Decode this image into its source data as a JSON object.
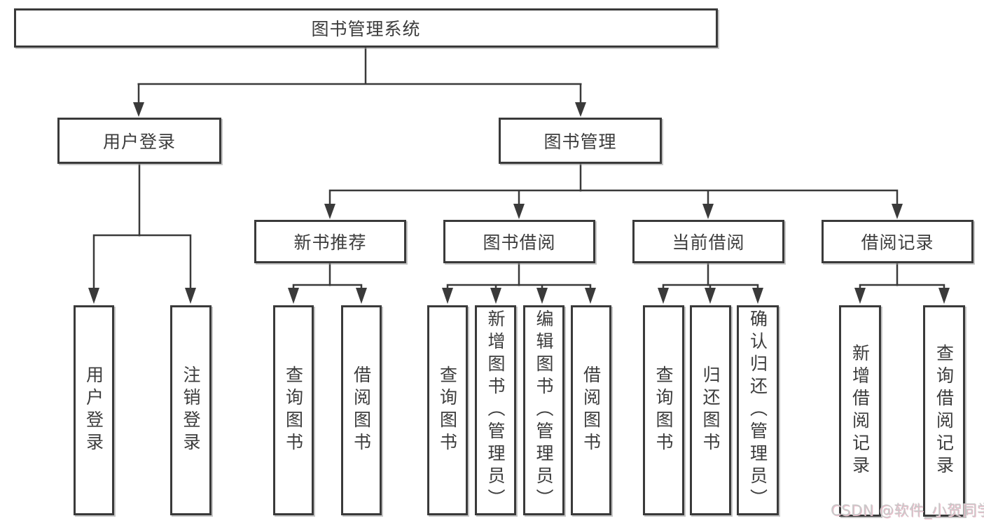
{
  "diagram": {
    "root": "图书管理系统",
    "level2": {
      "user_login": "用户登录",
      "book_mgmt": "图书管理"
    },
    "level3": {
      "new_books": "新书推荐",
      "book_borrow": "图书借阅",
      "current_borrow": "当前借阅",
      "borrow_records": "借阅记录"
    },
    "leaves": {
      "user_login": "用户登录",
      "logout": "注销登录",
      "nb_query": "查询图书",
      "nb_borrow": "借阅图书",
      "bb_query": "查询图书",
      "bb_add": "新增图书（管理员）",
      "bb_edit": "编辑图书（管理员）",
      "bb_borrow": "借阅图书",
      "cb_query": "查询图书",
      "cb_return": "归还图书",
      "cb_confirm": "确认归还（管理员）",
      "br_add": "新增借阅记录",
      "br_query": "查询借阅记录"
    }
  },
  "watermark": "CSDN @软件_小贺同学",
  "colors": {
    "line": "#3a3a3a",
    "box_border": "#3a3a3a",
    "box_background": "#ffffff",
    "page_background": "#ffffff",
    "watermark": "#c9c9c9",
    "watermark_shadow": "#eebccb"
  }
}
